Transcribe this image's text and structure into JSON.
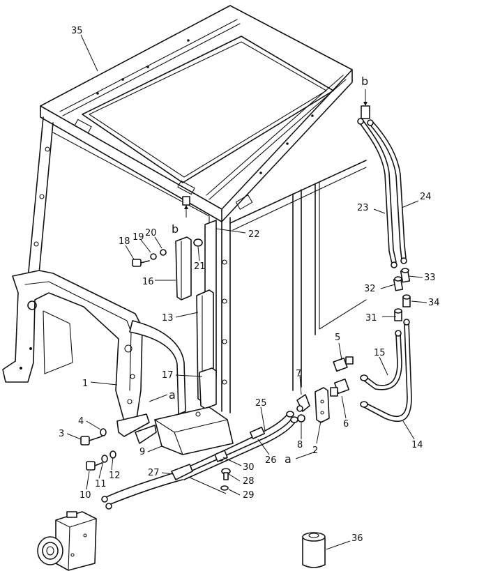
{
  "diagram": {
    "callouts": {
      "c1": "1",
      "c2": "2",
      "c3": "3",
      "c4": "4",
      "c5": "5",
      "c6": "6",
      "c7": "7",
      "c8": "8",
      "c9": "9",
      "c10": "10",
      "c11": "11",
      "c12": "12",
      "c13": "13",
      "c14": "14",
      "c15": "15",
      "c16": "16",
      "c17": "17",
      "c18": "18",
      "c19": "19",
      "c20": "20",
      "c21": "21",
      "c22": "22",
      "c23": "23",
      "c24": "24",
      "c25": "25",
      "c26": "26",
      "c27": "27",
      "c28": "28",
      "c29": "29",
      "c30": "30",
      "c31": "31",
      "c32": "32",
      "c33": "33",
      "c34": "34",
      "c35": "35",
      "c36": "36"
    },
    "refs": {
      "a_left": "a",
      "a_bottom": "a",
      "b_top": "b",
      "b_mid": "b"
    }
  }
}
